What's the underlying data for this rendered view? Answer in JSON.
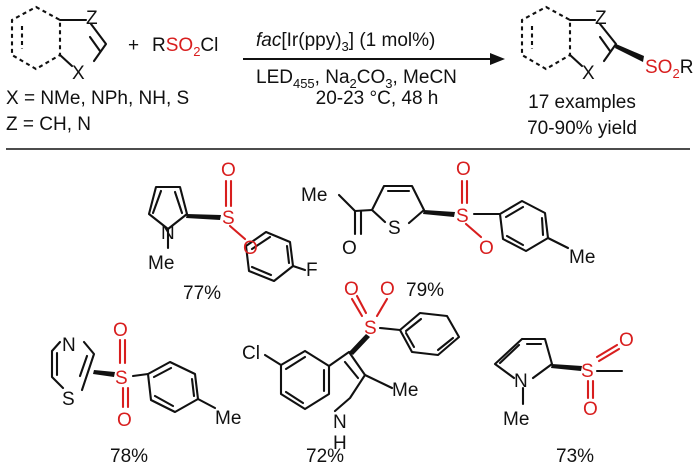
{
  "reaction": {
    "plus": "+",
    "reagent_r": "R",
    "reagent_so": "SO",
    "reagent_2": "2",
    "reagent_cl": "Cl",
    "catalyst_fac": "fac",
    "catalyst_rest": "[Ir(ppy)",
    "catalyst_3": "3",
    "catalyst_end": "] (1 mol%)",
    "cond_led": "LED",
    "cond_455": "455",
    "cond_na": ", Na",
    "cond_na2": "2",
    "cond_co": "CO",
    "cond_co3": "3",
    "cond_mecn": ", MeCN",
    "temperature": "20-23 °C, 48 h",
    "examples": "17 examples",
    "yield_range": "70-90% yield",
    "x_def": "X = NMe, NPh, NH, S",
    "z_def": "Z = CH, N"
  },
  "atoms": {
    "Z": "Z",
    "X": "X",
    "SO2R_so": "SO",
    "SO2R_2": "2",
    "SO2R_r": "R",
    "N": "N",
    "S": "S",
    "O": "O",
    "F": "F",
    "Me": "Me",
    "Cl": "Cl",
    "H": "H"
  },
  "products": {
    "p1_yield": "77%",
    "p2_yield": "79%",
    "p3_yield": "78%",
    "p4_yield": "72%",
    "p5_yield": "73%"
  }
}
